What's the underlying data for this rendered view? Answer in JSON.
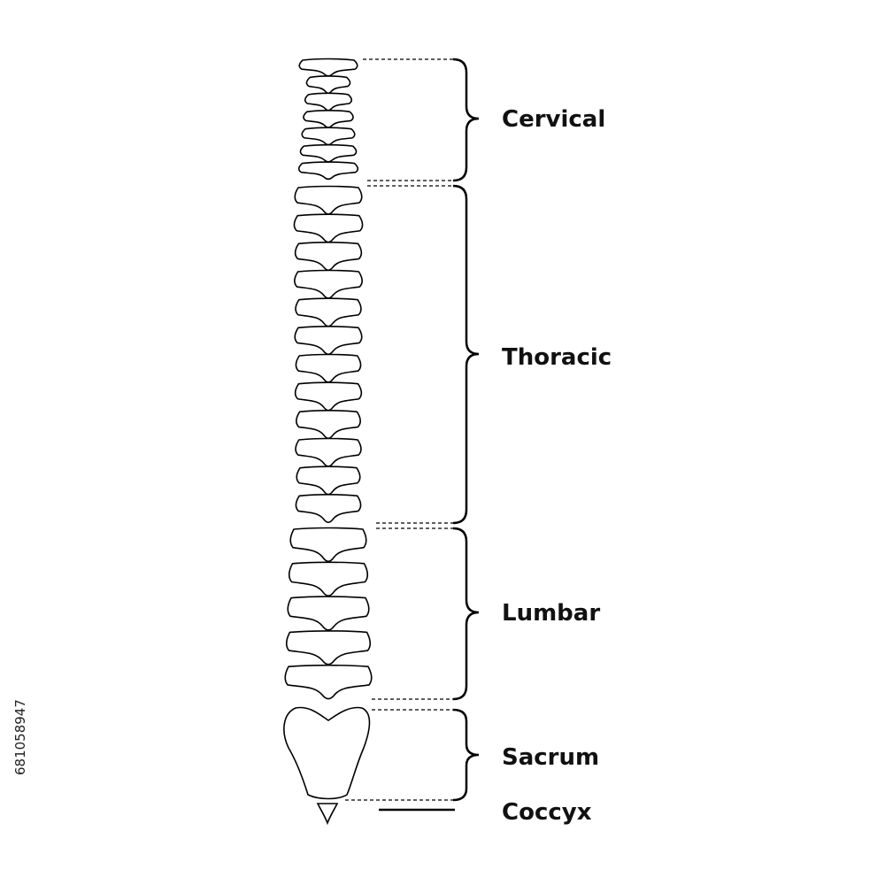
{
  "regions": [
    {
      "id": "cervical",
      "label": "Cervical"
    },
    {
      "id": "thoracic",
      "label": "Thoracic"
    },
    {
      "id": "lumbar",
      "label": "Lumbar"
    },
    {
      "id": "sacrum",
      "label": "Sacrum"
    },
    {
      "id": "coccyx",
      "label": "Coccyx"
    }
  ],
  "vertebra_counts": {
    "cervical": 7,
    "thoracic": 12,
    "lumbar": 5
  },
  "stock_id": "681058947",
  "colors": {
    "stroke": "#000000",
    "background": "#ffffff",
    "text": "#111111"
  }
}
